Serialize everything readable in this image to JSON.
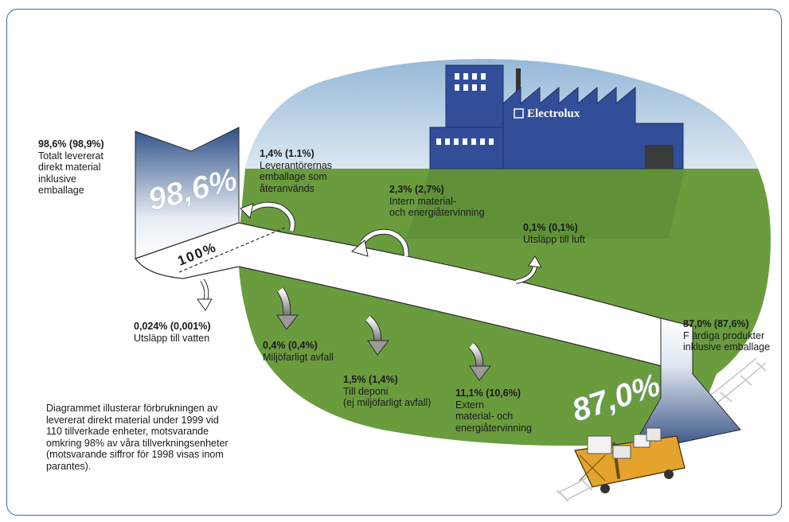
{
  "big_labels": {
    "input_pct": "98,6%",
    "output_pct": "87,0%",
    "hundred": "100%"
  },
  "brand": "Electrolux",
  "labels": {
    "input": {
      "value": "98,6% (98,9%)",
      "lines": [
        "Totalt levererat",
        "direkt material",
        "inklusive",
        "emballage"
      ]
    },
    "reused": {
      "value": "1,4% (1.1%)",
      "lines": [
        "Leverantörernas",
        "emballage som",
        "återanvänds"
      ]
    },
    "internal": {
      "value": "2,3% (2,7%)",
      "lines": [
        "Intern material-",
        "och energiåtervinning"
      ]
    },
    "air": {
      "value": "0,1% (0,1%)",
      "lines": [
        "Utsläpp till luft"
      ]
    },
    "water": {
      "value": "0,024% (0,001%)",
      "lines": [
        "Utsläpp till vatten"
      ]
    },
    "hazard": {
      "value": "0,4% (0,4%)",
      "lines": [
        "Miljöfarligt avfall"
      ]
    },
    "landfill": {
      "value": "1,5% (1,4%)",
      "lines": [
        "Till deponi",
        "(ej miljöfarligt avfall)"
      ]
    },
    "external": {
      "value": "11,1%  (10,6%)",
      "lines": [
        "Extern",
        "material- och",
        "energiåtervinning"
      ]
    },
    "products": {
      "value": "87,0% (87,6%)",
      "lines": [
        "F ärdiga produkter",
        "inklusive emballage"
      ]
    }
  },
  "note_lines": [
    "Diagrammet illusterar förbrukningen av",
    "levererat direkt material under 1999 vid",
    "110 tillverkade enheter, motsvarande",
    "omkring 98% av våra tillverkningsenheter",
    "(motsvarande siffror för 1998 visas inom",
    "parantes)."
  ]
}
